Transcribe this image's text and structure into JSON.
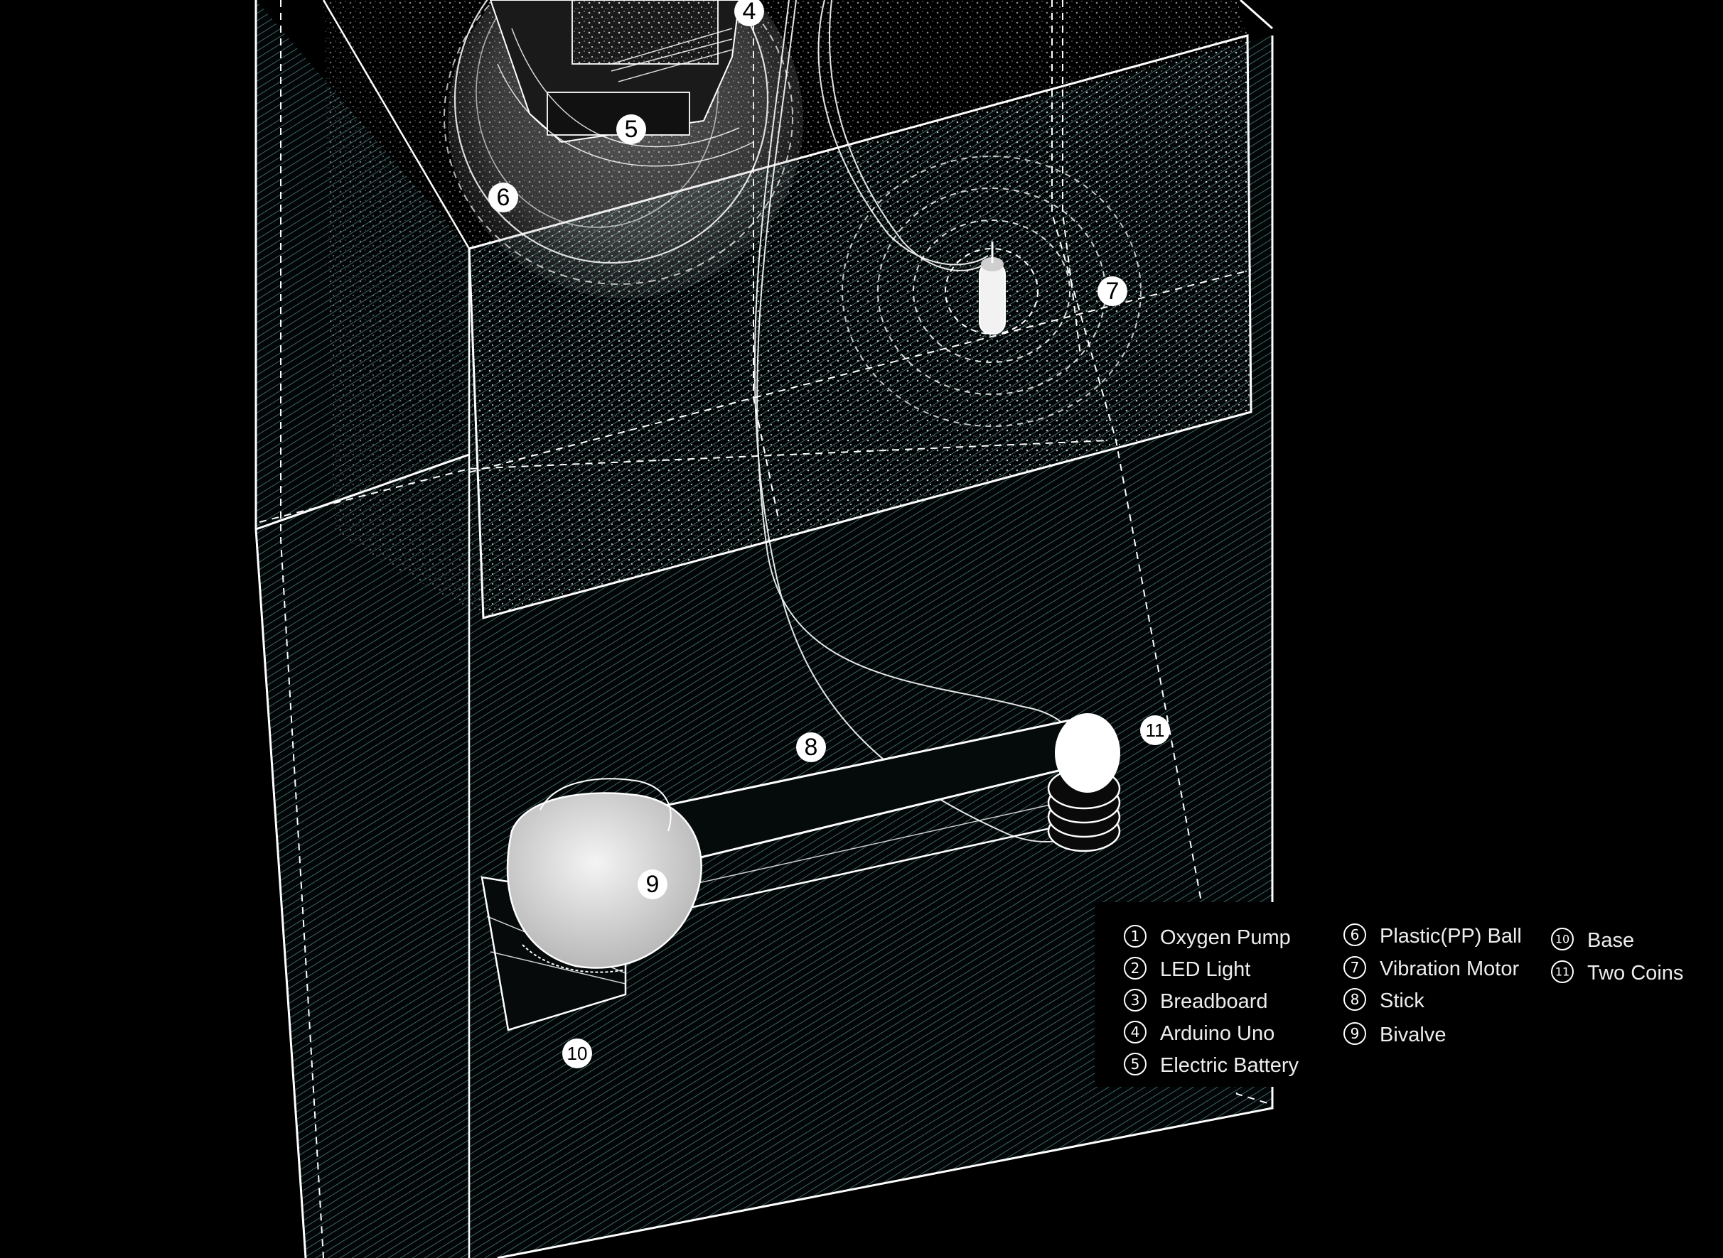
{
  "diagram": {
    "callouts": [
      {
        "id": "4",
        "label": "4"
      },
      {
        "id": "5",
        "label": "5"
      },
      {
        "id": "6",
        "label": "6"
      },
      {
        "id": "7",
        "label": "7"
      },
      {
        "id": "8",
        "label": "8"
      },
      {
        "id": "9",
        "label": "9"
      },
      {
        "id": "10",
        "label": "10"
      },
      {
        "id": "11",
        "label": "11"
      }
    ]
  },
  "legend": {
    "items": [
      {
        "num": "1",
        "label": "Oxygen Pump"
      },
      {
        "num": "2",
        "label": "LED Light"
      },
      {
        "num": "3",
        "label": "Breadboard"
      },
      {
        "num": "4",
        "label": "Arduino Uno"
      },
      {
        "num": "5",
        "label": "Electric Battery"
      },
      {
        "num": "6",
        "label": "Plastic(PP) Ball"
      },
      {
        "num": "7",
        "label": "Vibration Motor"
      },
      {
        "num": "8",
        "label": "Stick"
      },
      {
        "num": "9",
        "label": "Bivalve"
      },
      {
        "num": "10",
        "label": "Base"
      },
      {
        "num": "11",
        "label": "Two Coins"
      }
    ]
  },
  "colors": {
    "background": "#000000",
    "line": "#ffffff",
    "hatch": "#5a8a8a",
    "ball": "#d8d8d8"
  }
}
